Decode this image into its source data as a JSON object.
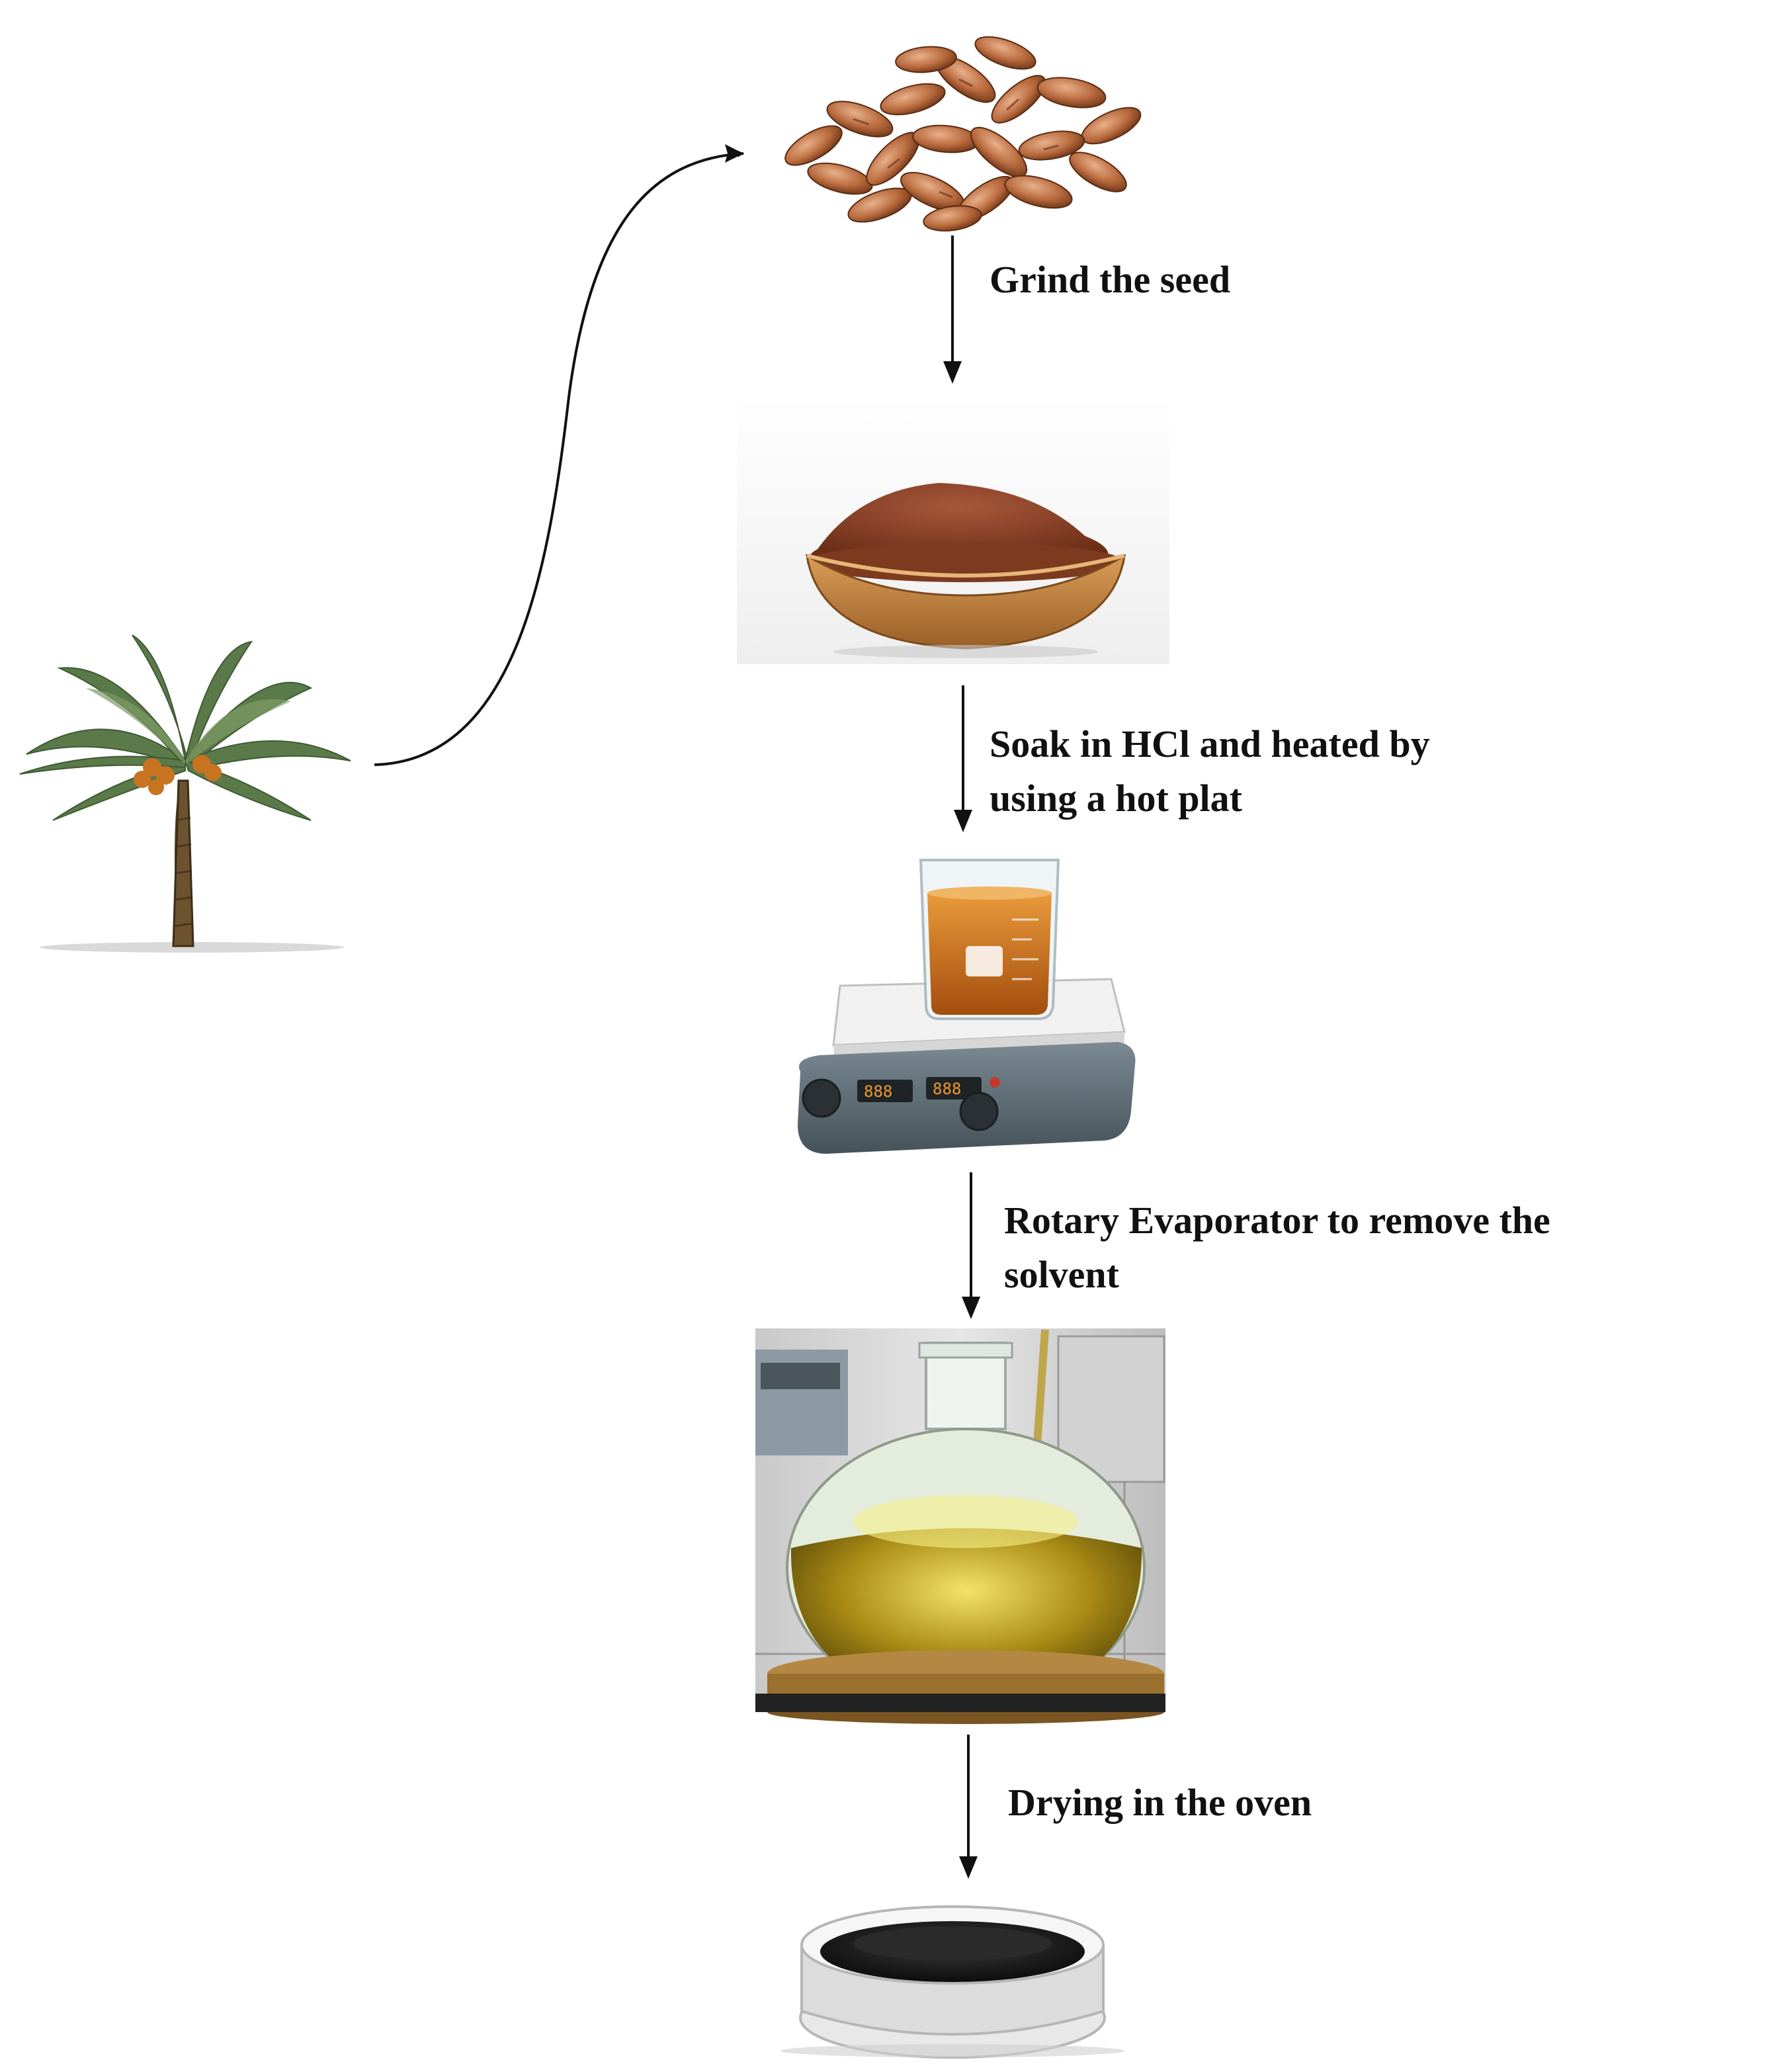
{
  "steps": [
    {
      "label_lines": [
        "Grind the seed"
      ]
    },
    {
      "label_lines": [
        "Soak in HCl and heated by",
        "using a hot plat"
      ]
    },
    {
      "label_lines": [
        "Rotary Evaporator to remove the",
        "solvent"
      ]
    },
    {
      "label_lines": [
        "Drying in the oven"
      ]
    }
  ],
  "icons": {
    "tree": "date-palm-tree",
    "seeds": "date-seeds-pile",
    "powder": "powder-in-wooden-bowl",
    "hotplate": "beaker-on-hot-plate",
    "evaporator": "rotary-evaporator-flask",
    "product": "black-powder-petri-dish"
  },
  "colors": {
    "arrow": "#111111",
    "text": "#111111",
    "seed": "#b8693c",
    "powder": "#8a4428",
    "bowl": "#c98a45",
    "liquid": "#c26a1a",
    "oil": "#a88a14",
    "product": "#1c1c1c"
  }
}
